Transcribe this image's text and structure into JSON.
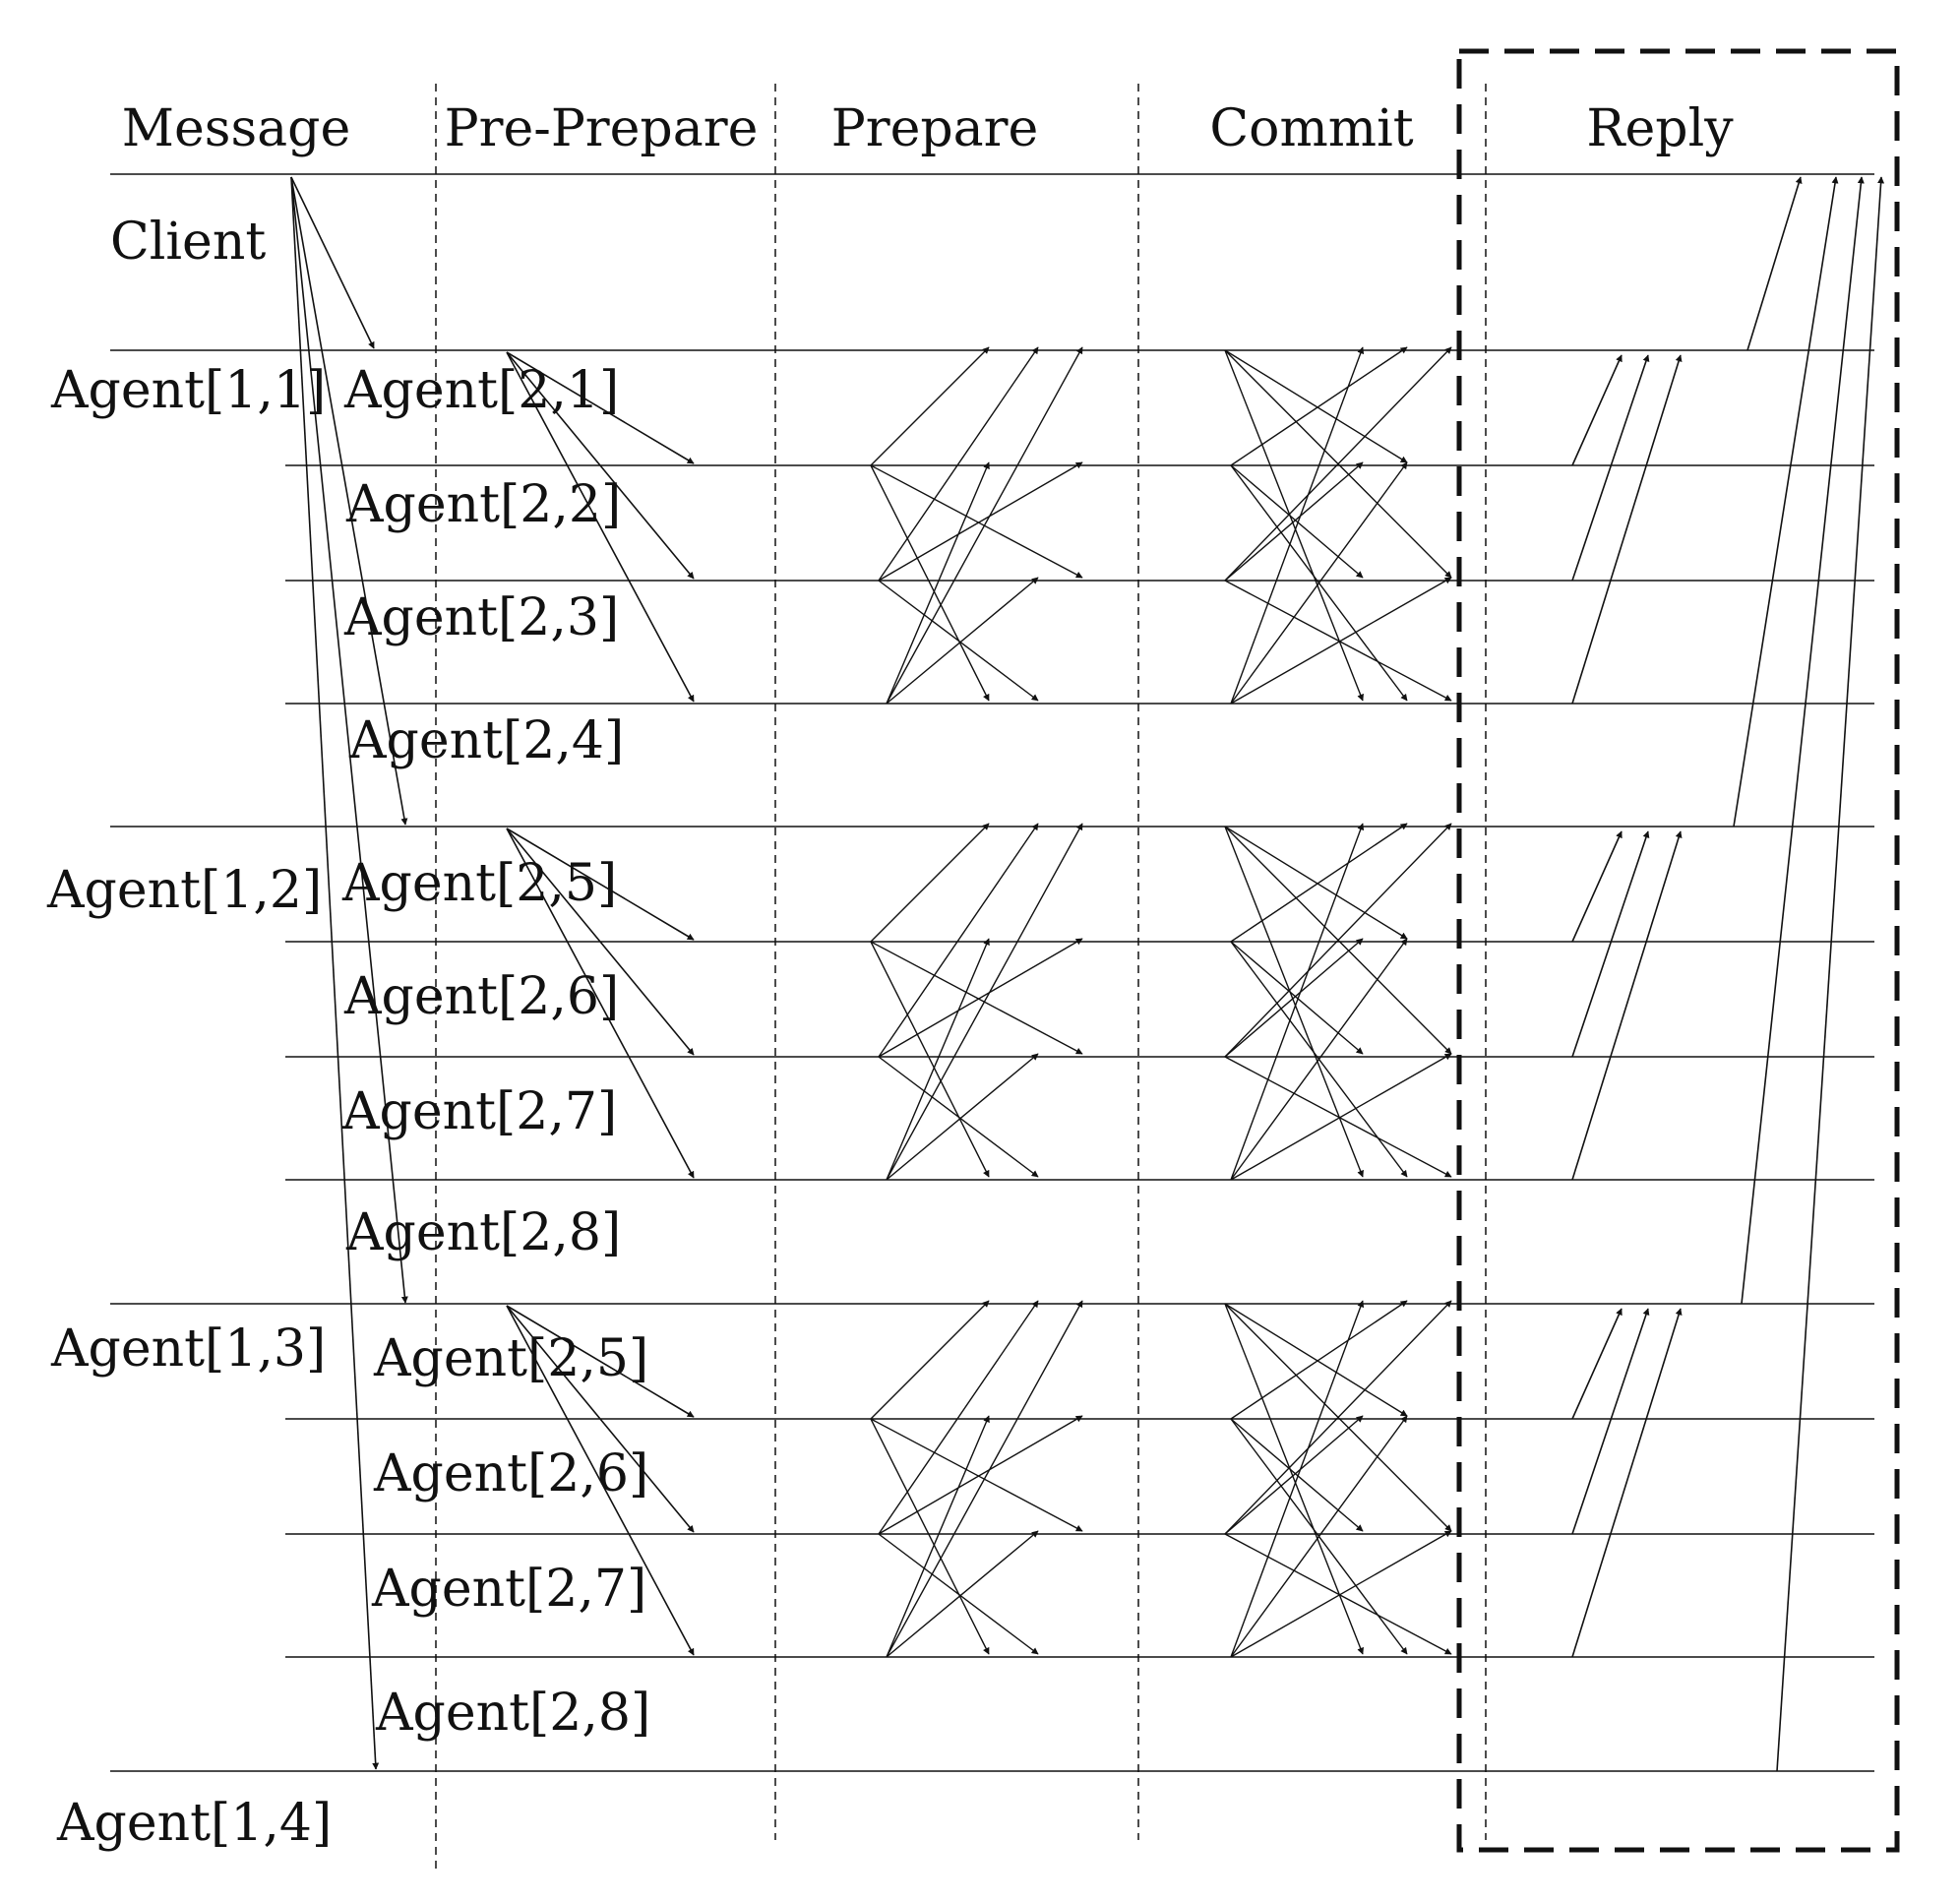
{
  "phases": [
    "Message",
    "Pre-Prepare",
    "Prepare",
    "Commit",
    "Reply"
  ],
  "client_label": "Client",
  "groups": [
    {
      "primary": "Agent[1,1]",
      "members": [
        "Agent[2,1]",
        "Agent[2,2]",
        "Agent[2,3]",
        "Agent[2,4]"
      ]
    },
    {
      "primary": "Agent[1,2]",
      "members": [
        "Agent[2,5]",
        "Agent[2,6]",
        "Agent[2,7]",
        "Agent[2,8]"
      ]
    },
    {
      "primary": "Agent[1,3]",
      "members": [
        "Agent[2,5]",
        "Agent[2,6]",
        "Agent[2,7]",
        "Agent[2,8]"
      ]
    }
  ],
  "last_primary": "Agent[1,4]",
  "colors": {
    "ink": "#111111",
    "background": "#ffffff"
  }
}
